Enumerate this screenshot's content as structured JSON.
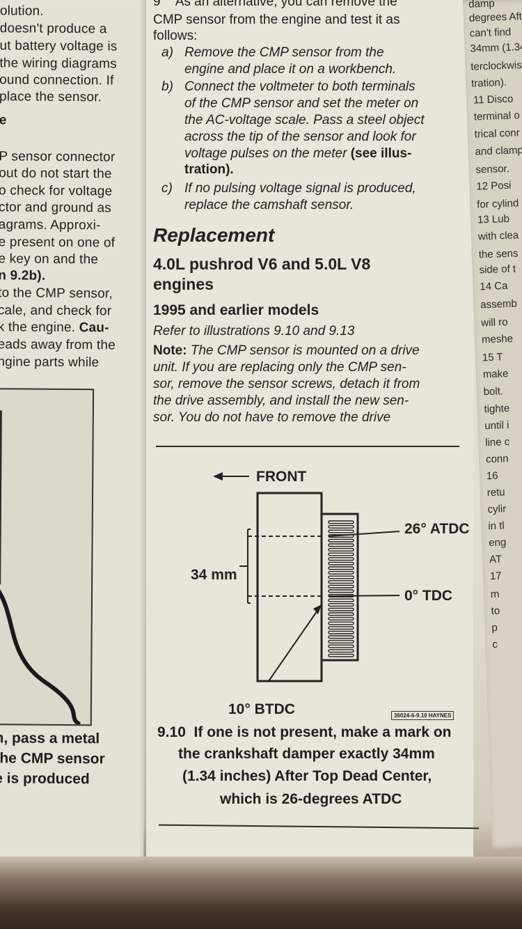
{
  "left_column": {
    "lines": [
      "olution.",
      "doesn't produce a",
      "ut battery voltage is",
      "the wiring diagrams",
      "ound connection. If",
      "place the sensor.",
      "e",
      "P sensor connector",
      "out do not start the",
      "o check for voltage",
      "ctor and ground as",
      "agrams. Approxi-",
      "e present on one of",
      "e key on and the",
      "n 9.2b).",
      "to the CMP sensor,",
      "cale, and check for",
      "k the engine.",
      "Cau-",
      "eads away from the",
      "ngine parts while"
    ],
    "caption_lines": [
      "h, pass a metal",
      "the CMP sensor",
      "e is produced"
    ]
  },
  "middle_column": {
    "step9_number": "9",
    "step9_line1": "As an alternative, you can remove the",
    "step9_line2": "CMP sensor from the engine and test it as",
    "step9_line3": "follows:",
    "step_a_label": "a)",
    "step_a_line1": "Remove the CMP sensor from the",
    "step_a_line2": "engine and place it on a workbench.",
    "step_b_label": "b)",
    "step_b_line1": "Connect the voltmeter to both terminals",
    "step_b_line2": "of the CMP sensor and set the meter on",
    "step_b_line3": "the AC-voltage scale. Pass a steel object",
    "step_b_line4": "across the tip of the sensor and look for",
    "step_b_line5a": "voltage pulses on the meter ",
    "step_b_line5b": "(see illus-",
    "step_b_line6": "tration).",
    "step_c_label": "c)",
    "step_c_line1": "If no pulsing voltage signal is produced,",
    "step_c_line2": "replace the camshaft sensor.",
    "heading_replacement": "Replacement",
    "heading_engines_line1": "4.0L pushrod V6 and 5.0L V8",
    "heading_engines_line2": "engines",
    "heading_models": "1995 and earlier models",
    "refer_text": "Refer to illustrations 9.10 and 9.13",
    "note_label": "Note:",
    "note_line1": " The CMP sensor is mounted on a drive",
    "note_line2": "unit. If you are replacing only the CMP sen-",
    "note_line3": "sor, remove the sensor screws, detach it from",
    "note_line4": "the drive assembly, and install the new sen-",
    "note_line5": "sor. You do not have to remove the drive"
  },
  "figure": {
    "front_label": "FRONT",
    "atdc_label": "26° ATDC",
    "tdc_label": "0° TDC",
    "btdc_label": "10° BTDC",
    "measure_label": "34 mm",
    "code_tag": "36024-6-9.10 HAYNES",
    "caption_number": "9.10",
    "caption_line1": "If one is not present, make a mark on",
    "caption_line2": "the crankshaft damper exactly 34mm",
    "caption_line3": "(1.34 inches) After Top Dead Center,",
    "caption_line4": "which is 26-degrees ATDC"
  },
  "right_column": {
    "lines": [
      "damp",
      "degrees Aft",
      "can't find",
      "34mm (1.34",
      "terclockwis",
      "tration).",
      "11 Disco",
      "terminal o",
      "trical conr",
      "and clamp",
      "sensor.",
      "12 Posi",
      "for cylind",
      "13 Lub",
      "with clea",
      "the sens",
      "side of t",
      "14 Ca",
      "assemb",
      "will ro",
      "meshe",
      "15 T",
      "make",
      "bolt.",
      "tighte",
      "until i",
      "line c",
      "conn",
      "16",
      "retu",
      "cylir",
      "in tl",
      "eng",
      "AT",
      "17",
      "m",
      "to",
      "p",
      "c"
    ]
  }
}
